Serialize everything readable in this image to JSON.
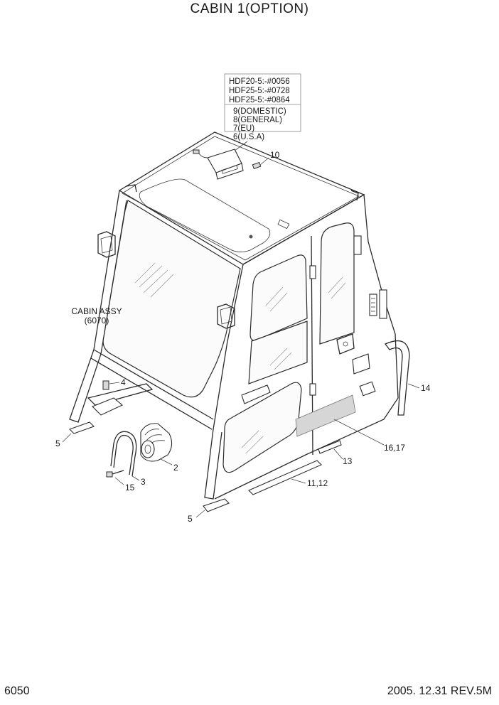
{
  "title": "CABIN 1(OPTION)",
  "footer": {
    "page_number": "6050",
    "revision": "2005. 12.31 REV.5M"
  },
  "serial_box": {
    "models": [
      "HDF20-5:-#0056",
      "HDF25-5:-#0728",
      "HDF25-5:-#0864"
    ],
    "variants": [
      "9(DOMESTIC)",
      "8(GENERAL)",
      "7(EU)",
      "6(U.S.A)"
    ]
  },
  "assembly_label": {
    "name": "CABIN ASSY",
    "code": "(6070)"
  },
  "callouts": {
    "c10": "10",
    "c14": "14",
    "c4": "4",
    "c5a": "5",
    "c2": "2",
    "c3": "3",
    "c15": "15",
    "c13": "13",
    "c11_12": "11,12",
    "c16_17": "16,17",
    "c5b": "5"
  }
}
